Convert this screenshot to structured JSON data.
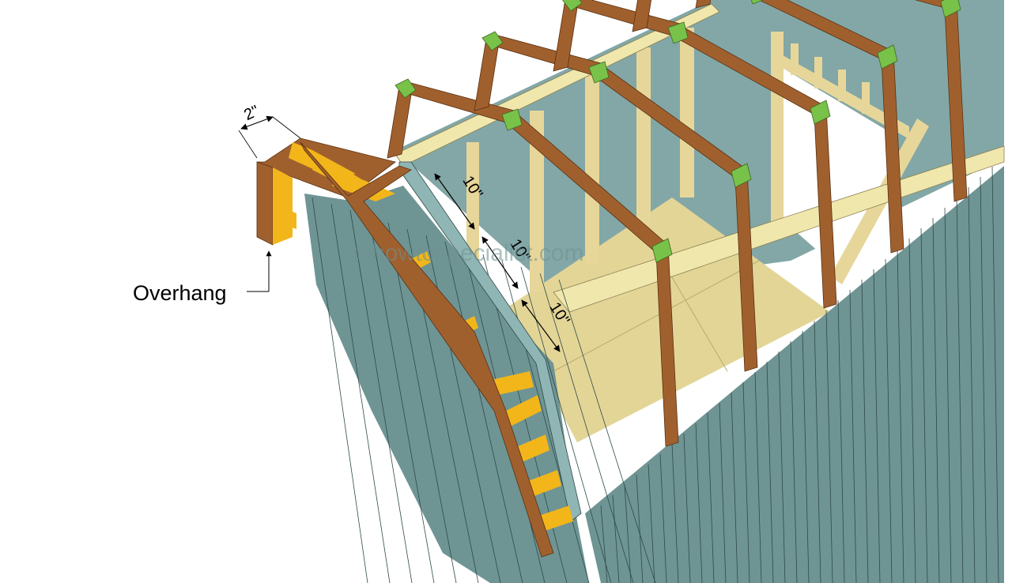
{
  "labels": {
    "overhang": "Overhang",
    "overhang_dim": "2\"",
    "spacing": [
      "10\"",
      "10\"",
      "10\""
    ],
    "watermark": "©howtospecialist.com"
  },
  "colors": {
    "siding": "#6f9494",
    "siding_dark": "#5c8080",
    "siding_line": "#2f4a4a",
    "rafter": "#a0602e",
    "rafter_dark": "#7a4620",
    "gusset": "#79c24a",
    "blocking": "#f2b61a",
    "stud": "#e7d69a",
    "floor": "#e3d596",
    "plate": "#f0e7ad",
    "interior_wall": "#82a7a6"
  }
}
